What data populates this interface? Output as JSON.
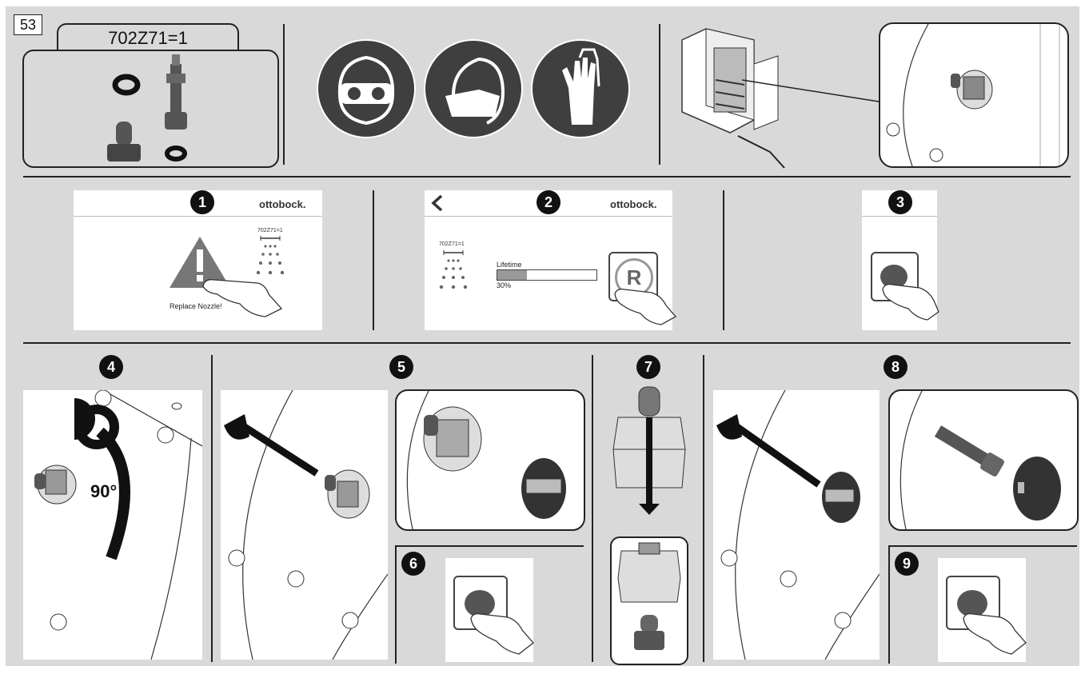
{
  "figure_number": "53",
  "kit": {
    "part_number": "702Z71=1",
    "items": [
      "o-ring",
      "nozzle-tube",
      "nozzle-cap",
      "small-o-ring"
    ]
  },
  "safety_icons": [
    "safety-goggles-icon",
    "face-mask-icon",
    "protective-gloves-icon"
  ],
  "steps": {
    "s1": "1",
    "s2": "2",
    "s3": "3",
    "s4": "4",
    "s5": "5",
    "s6": "6",
    "s7": "7",
    "s8": "8",
    "s9": "9"
  },
  "screen1": {
    "brand": "ottobock.",
    "nozzle_label": "702Z71=1",
    "message": "Replace Nozzle!"
  },
  "screen2": {
    "brand": "ottobock.",
    "nozzle_label": "702Z71=1",
    "lifetime_label": "Lifetime",
    "lifetime_percent": "30%",
    "lifetime_value": 0.3,
    "reset_glyph": "R"
  },
  "step4": {
    "rotation_label": "90°"
  },
  "colors": {
    "background": "#d9d9d9",
    "dark": "#3f3f3f",
    "line": "#222222"
  }
}
